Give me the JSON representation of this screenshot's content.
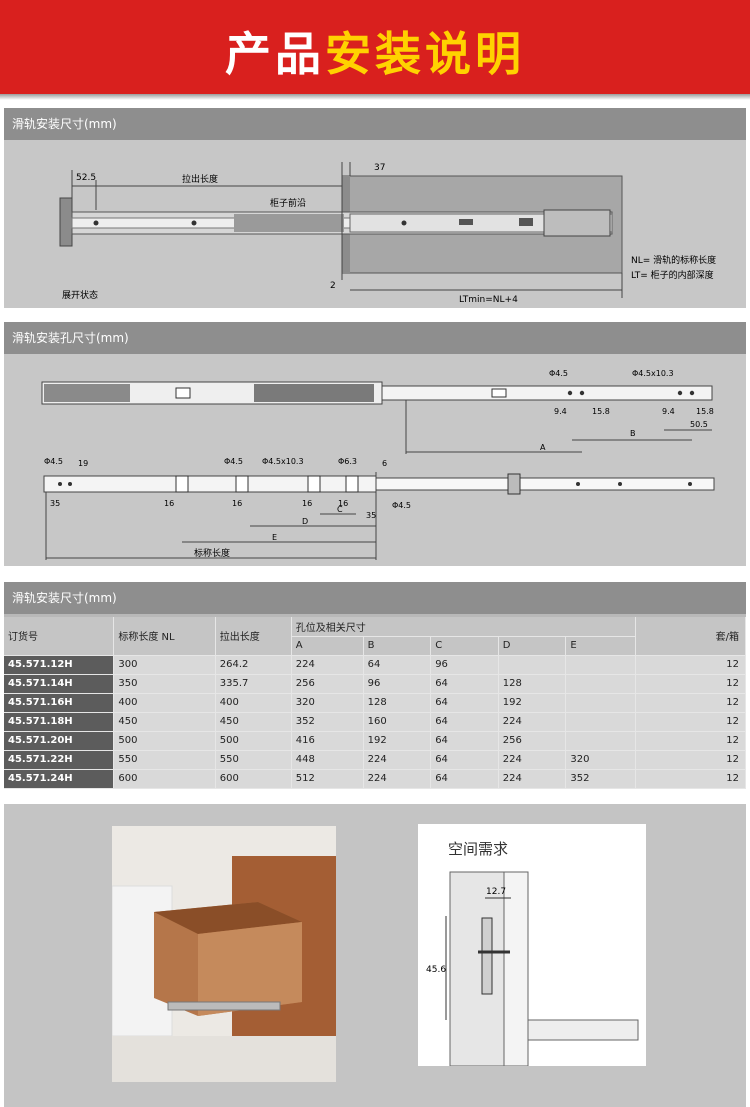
{
  "banner": {
    "title_white": "产品",
    "title_yellow": "安装说明"
  },
  "section1": {
    "title": "滑轨安装尺寸(mm)",
    "labels": {
      "d52": "52.5",
      "pull": "拉出长度",
      "d37": "37",
      "front": "柜子前沿",
      "nl": "NL= 滑轨的标称长度",
      "lt": "LT= 柜子的内部深度",
      "d2": "2",
      "state": "展开状态",
      "ltmin": "LTmin=NL+4"
    }
  },
  "section2": {
    "title": "滑轨安装孔尺寸(mm)",
    "labels": {
      "phi45": "Φ4.5",
      "phi_slot": "Φ4.5x10.3",
      "phi63": "Φ6.3",
      "d94": "9.4",
      "d158": "15.8",
      "d505": "50.5",
      "A": "A",
      "B": "B",
      "C": "C",
      "D": "D",
      "E": "E",
      "d19": "19",
      "d35": "35",
      "d16": "16",
      "d6": "6",
      "nominal": "标称长度"
    }
  },
  "section3": {
    "title": "滑轨安装尺寸(mm)",
    "headers": {
      "order": "订货号",
      "nominal": "标称长度 NL",
      "pull": "拉出长度",
      "holes": "孔位及相关尺寸",
      "a": "A",
      "b": "B",
      "c": "C",
      "d": "D",
      "e": "E",
      "qty": "套/箱"
    },
    "rows": [
      {
        "code": "45.571.12H",
        "nl": "300",
        "pull": "264.2",
        "a": "224",
        "b": "64",
        "c": "96",
        "d": "",
        "e": "",
        "qty": "12"
      },
      {
        "code": "45.571.14H",
        "nl": "350",
        "pull": "335.7",
        "a": "256",
        "b": "96",
        "c": "64",
        "d": "128",
        "e": "",
        "qty": "12"
      },
      {
        "code": "45.571.16H",
        "nl": "400",
        "pull": "400",
        "a": "320",
        "b": "128",
        "c": "64",
        "d": "192",
        "e": "",
        "qty": "12"
      },
      {
        "code": "45.571.18H",
        "nl": "450",
        "pull": "450",
        "a": "352",
        "b": "160",
        "c": "64",
        "d": "224",
        "e": "",
        "qty": "12"
      },
      {
        "code": "45.571.20H",
        "nl": "500",
        "pull": "500",
        "a": "416",
        "b": "192",
        "c": "64",
        "d": "256",
        "e": "",
        "qty": "12"
      },
      {
        "code": "45.571.22H",
        "nl": "550",
        "pull": "550",
        "a": "448",
        "b": "224",
        "c": "64",
        "d": "224",
        "e": "320",
        "qty": "12"
      },
      {
        "code": "45.571.24H",
        "nl": "600",
        "pull": "600",
        "a": "512",
        "b": "224",
        "c": "64",
        "d": "224",
        "e": "352",
        "qty": "12"
      }
    ]
  },
  "space": {
    "title": "空间需求",
    "w": "12.7",
    "h": "45.6"
  },
  "colors": {
    "banner": "#d9201e",
    "title_yellow": "#ffd200",
    "code_cell": "#5c5c5c"
  }
}
